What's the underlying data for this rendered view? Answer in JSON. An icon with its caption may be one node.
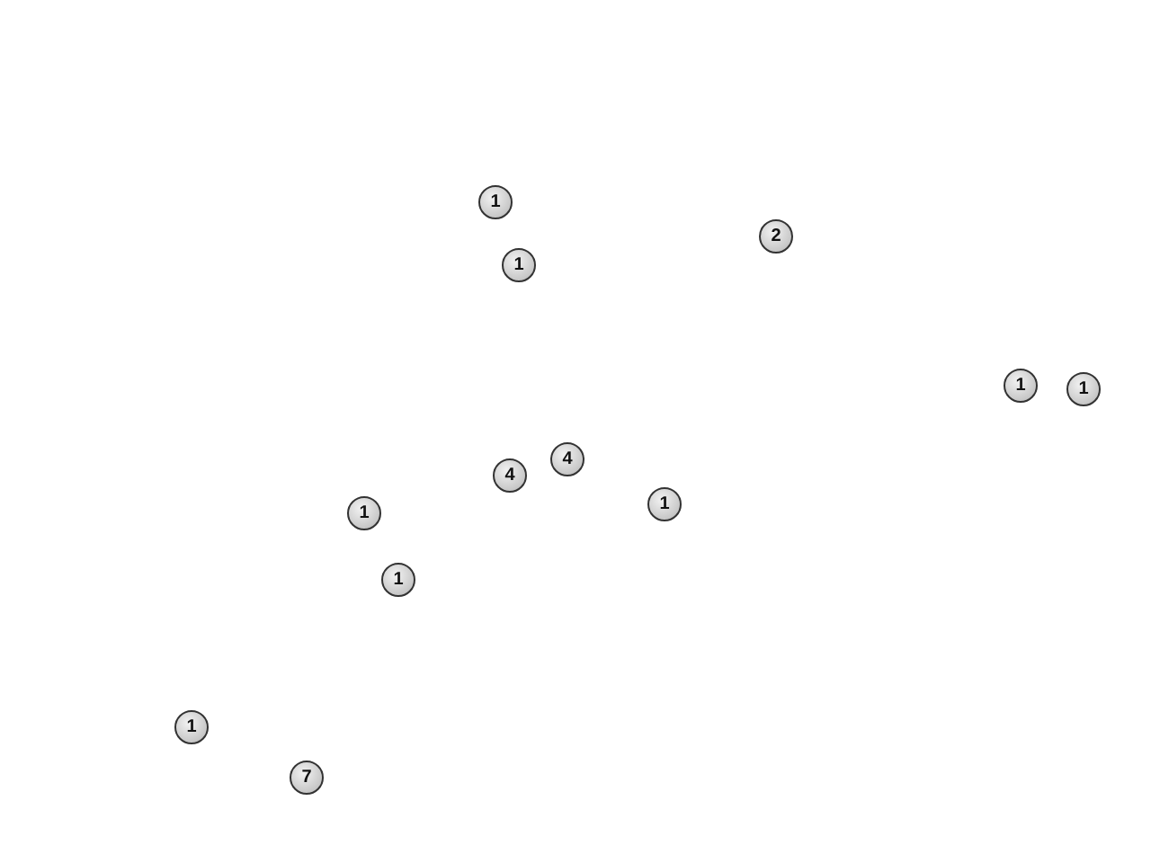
{
  "diagram": {
    "nodes": [
      {
        "text": [
          "1"
        ]
      },
      {
        "text": [
          "2"
        ]
      },
      {
        "text": [
          "1"
        ]
      },
      {
        "text": [
          "1"
        ]
      },
      {
        "text": [
          "1"
        ]
      },
      {
        "text": [
          "4"
        ]
      },
      {
        "text": [
          "4"
        ]
      },
      {
        "text": [
          "1"
        ]
      },
      {
        "text": [
          "1"
        ]
      },
      {
        "text": [
          "1"
        ]
      },
      {
        "text": [
          "1"
        ]
      },
      {
        "text": [
          "7"
        ]
      }
    ]
  }
}
